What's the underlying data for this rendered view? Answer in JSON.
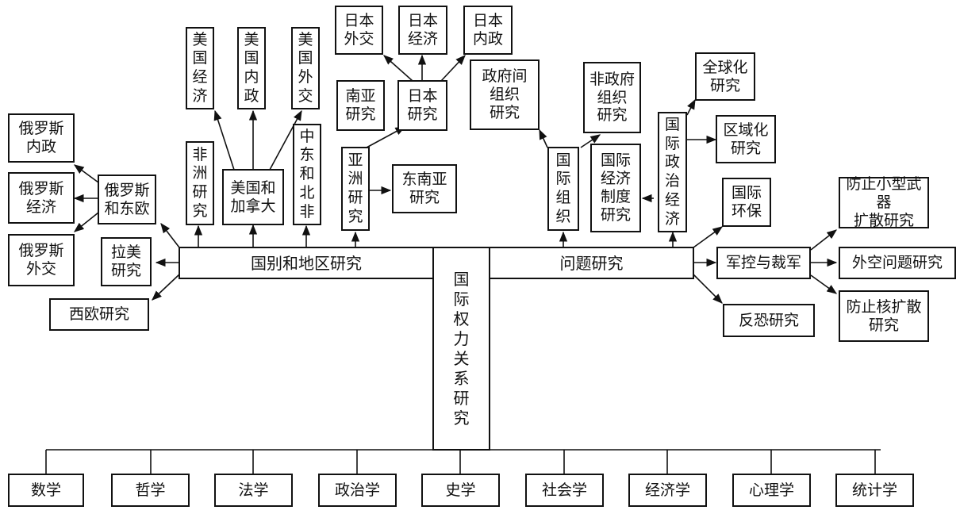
{
  "nodes": {
    "trunk": "国\n际\n权\n力\n关\n系\n研\n究",
    "country_region": "国别和地区研究",
    "issue": "问题研究",
    "russia_domestic": "俄罗斯\n内政",
    "russia_economy": "俄罗斯\n经济",
    "russia_diplomacy": "俄罗斯\n外交",
    "russia_eeurope": "俄罗斯\n和东欧",
    "latin_america": "拉美\n研究",
    "western_europe": "西欧研究",
    "africa": "非\n洲\n研\n究",
    "us_economy": "美\n国\n经\n济",
    "us_domestic": "美\n国\n内\n政",
    "us_diplomacy": "美\n国\n外\n交",
    "us_canada": "美国和\n加拿大",
    "mideast": "中\n东\n和\n北\n非",
    "asia": "亚\n洲\n研\n究",
    "south_asia": "南亚\n研究",
    "japan": "日本\n研究",
    "japan_diplomacy": "日本\n外交",
    "japan_economy": "日本\n经济",
    "japan_domestic": "日本\n内政",
    "southeast_asia": "东南亚\n研究",
    "igo": "政府间\n组织\n研究",
    "ngo": "非政府\n组织\n研究",
    "intl_org": "国\n际\n组\n织",
    "intl_econ_system": "国际\n经济\n制度\n研究",
    "intl_political_economy": "国\n际\n政\n治\n经\n济",
    "globalization": "全球化\n研究",
    "regionalization": "区域化\n研究",
    "environment": "国际\n环保",
    "arms_control": "军控与裁军",
    "small_arms": "防止小型武器\n扩散研究",
    "outer_space": "外空问题研究",
    "nonproliferation": "防止核扩散\n研究",
    "anti_terror": "反恐研究"
  },
  "disciplines": [
    "数学",
    "哲学",
    "法学",
    "政治学",
    "史学",
    "社会学",
    "经济学",
    "心理学",
    "统计学"
  ]
}
